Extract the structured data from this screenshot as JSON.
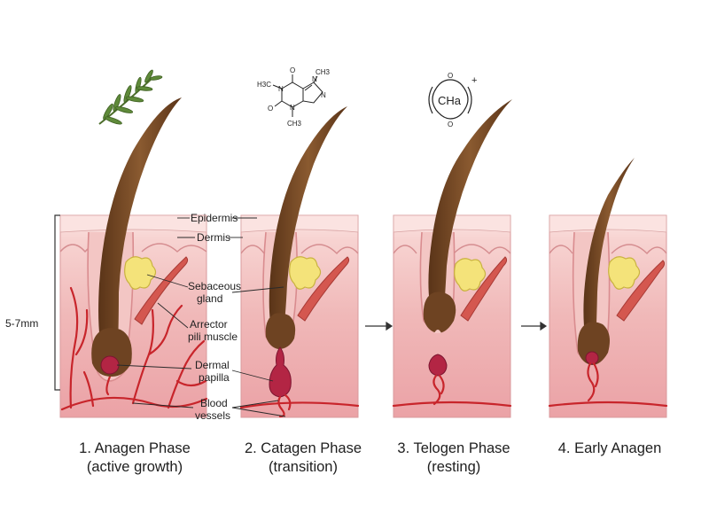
{
  "scale_label": "5-7mm",
  "labels": {
    "epidermis": "Epidermis",
    "dermis": "Dermis",
    "sebaceous_1": "Sebaceous",
    "sebaceous_2": "gland",
    "arrector_1": "Arrector",
    "arrector_2": "pili muscle",
    "dermal_1": "Dermal",
    "dermal_2": "papilla",
    "blood_1": "Blood",
    "blood_2": "vessels"
  },
  "molecule": {
    "methyl_top_left": "H3C",
    "methyl_top_right": "CH3",
    "methyl_bottom": "CH3",
    "atoms": [
      "O",
      "O",
      "N",
      "N",
      "N",
      "N"
    ]
  },
  "ring_label": "CHa",
  "ring_atoms": [
    "O",
    "O",
    "+"
  ],
  "phases": [
    {
      "line1": "1. Anagen Phase",
      "line2": "(active growth)"
    },
    {
      "line1": "2. Catagen Phase",
      "line2": "(transition)"
    },
    {
      "line1": "3. Telogen Phase",
      "line2": "(resting)"
    },
    {
      "line1": "4. Early Anagen",
      "line2": ""
    }
  ],
  "colors": {
    "skin_top": "#f6d7d5",
    "skin_mid": "#efb7b6",
    "skin_deep": "#eaa0a4",
    "hair": "#6e4322",
    "gland": "#f4e37a",
    "muscle": "#d4574f",
    "vessel": "#c8252b",
    "papilla": "#b32544"
  }
}
